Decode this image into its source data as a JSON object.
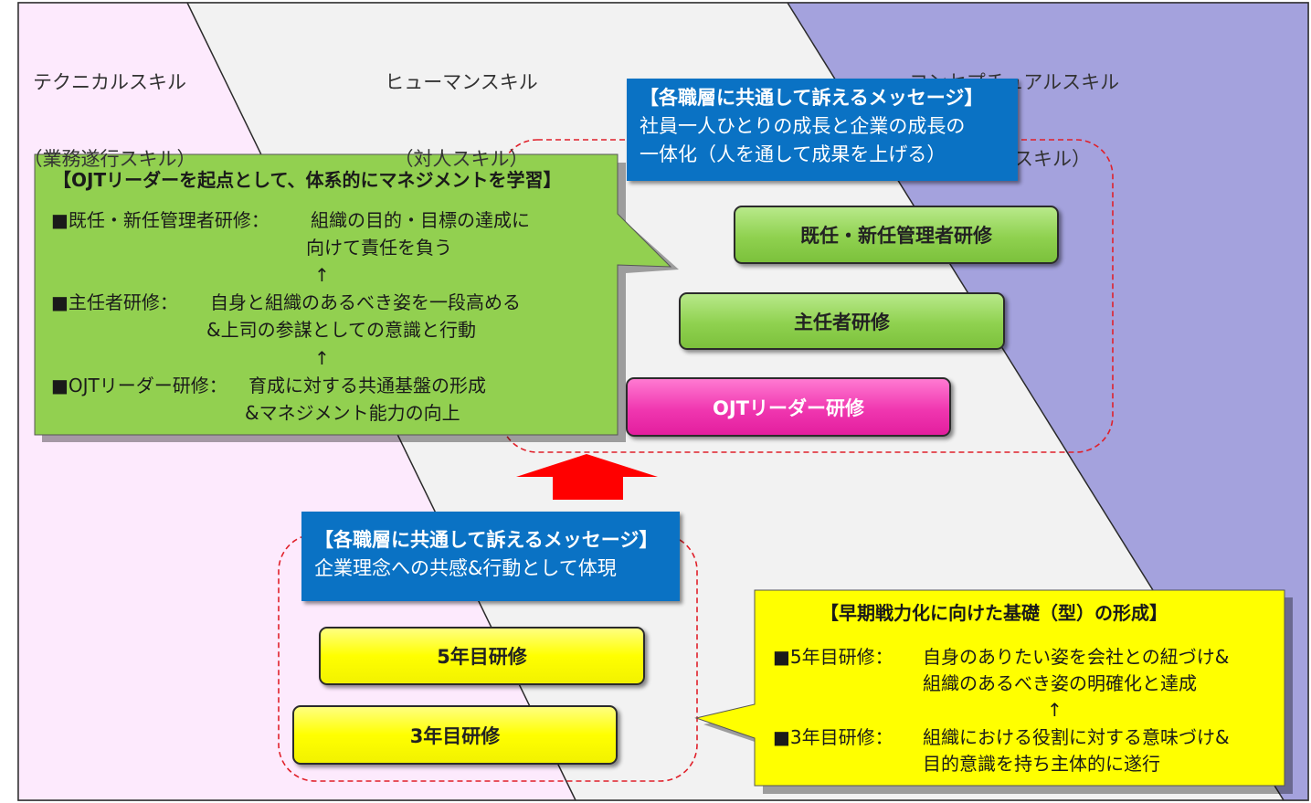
{
  "columns": [
    {
      "line1": "テクニカルスキル",
      "line2": "（業務遂行スキル）",
      "color": "#fdeafd"
    },
    {
      "line1": "ヒューマンスキル",
      "line2": "（対人スキル）",
      "color": "#f2f2f2"
    },
    {
      "line1": "コンセプチュアルスキル",
      "line2": "（概念化スキル）",
      "color": "#a4a2dd"
    }
  ],
  "upper_message": {
    "title": "【各職層に共通して訴えるメッセージ】",
    "line1": "社員一人ひとりの成長と企業の成長の",
    "line2": "一体化（人を通して成果を上げる）"
  },
  "lower_message": {
    "title": "【各職層に共通して訴えるメッセージ】",
    "line1": "企業理念への共感&行動として体現"
  },
  "trainings": {
    "kanrisha": "既任・新任管理者研修",
    "shuninsha": "主任者研修",
    "ojt_leader": "OJTリーダー研修",
    "year5": "5年目研修",
    "year3": "3年目研修"
  },
  "ojt_callout": {
    "title": "【OJTリーダーを起点として、体系的にマネジメントを学習】",
    "item1_label": "■既任・新任管理者研修：",
    "item1_line1": "組織の目的・目標の達成に",
    "item1_line2": "向けて責任を負う",
    "arrow": "↑",
    "item2_label": "■主任者研修：",
    "item2_line1": "自身と組織のあるべき姿を一段高める",
    "item2_line2": "&上司の参謀としての意識と行動",
    "item3_label": "■OJTリーダー研修：",
    "item3_line1": "育成に対する共通基盤の形成",
    "item3_line2": "&マネジメント能力の向上"
  },
  "early_callout": {
    "title": "【早期戦力化に向けた基礎（型）の形成】",
    "item1_label": "■5年目研修：",
    "item1_line1": "自身のありたい姿を会社との紐づけ&",
    "item1_line2": "組織のあるべき姿の明確化と達成",
    "arrow": "↑",
    "item2_label": "■3年目研修：",
    "item2_line1": "組織における役割に対する意味づけ&",
    "item2_line2": "目的意識を持ち主体的に遂行"
  },
  "colors": {
    "technical": "#fdeafd",
    "human": "#f2f2f2",
    "conceptual": "#a4a2dd",
    "message_blue": "#0a72c4",
    "callout_green": "#92d050",
    "callout_yellow": "#ffff00",
    "ojt_pink": "#f037b0",
    "up_arrow": "#ff0000",
    "dashed_group": "#e0202a"
  }
}
